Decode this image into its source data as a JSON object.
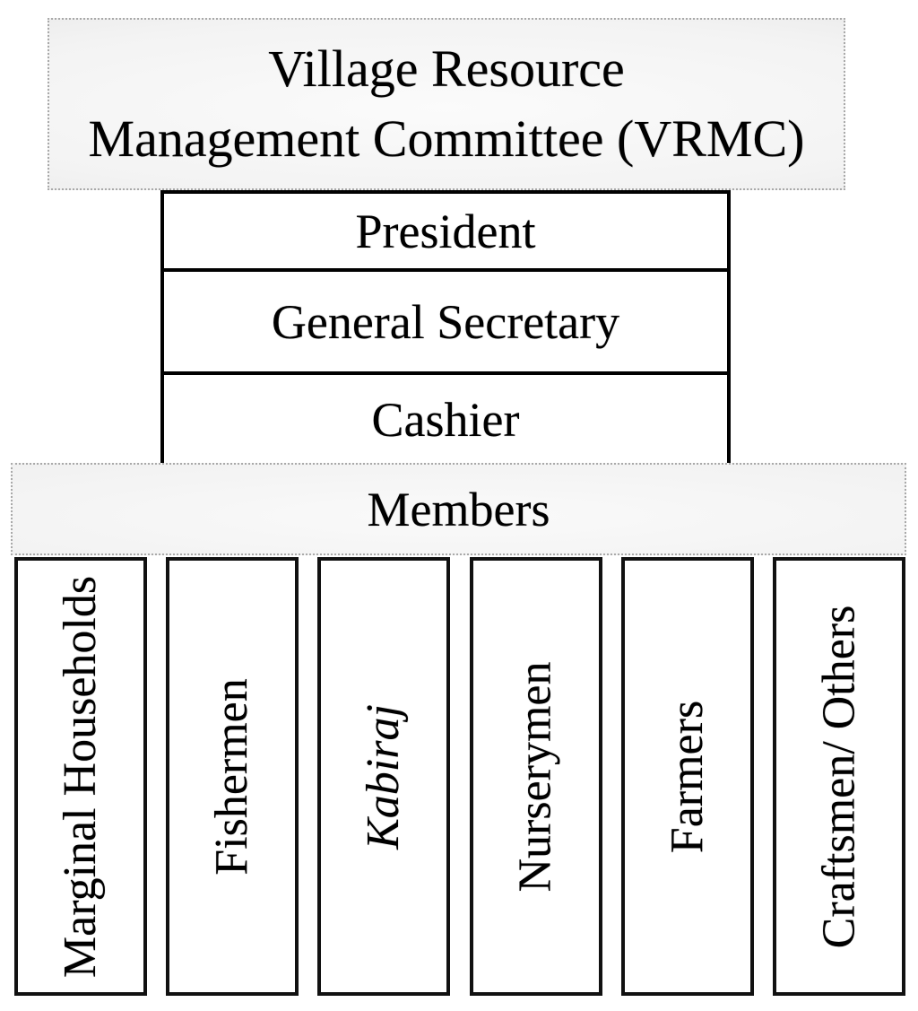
{
  "diagram": {
    "title_box": {
      "line1": "Village Resource",
      "line2": "Management Committee (VRMC)"
    },
    "officers": {
      "president": "President",
      "general_secretary": "General Secretary",
      "cashier": "Cashier"
    },
    "members_band": {
      "label": "Members"
    },
    "member_groups": [
      {
        "label": "Marginal Households"
      },
      {
        "label": "Fishermen"
      },
      {
        "label": "Kabiraj"
      },
      {
        "label": "Nurserymen"
      },
      {
        "label": "Farmers"
      },
      {
        "label": "Craftsmen/ Others"
      }
    ],
    "colors": {
      "text": "#000000",
      "solid_border": "#000000",
      "dotted_border": "#a9a9a9",
      "band_fill_light": "#fbfbfb",
      "band_fill_dark": "#e2e2e2",
      "background": "#ffffff"
    }
  }
}
